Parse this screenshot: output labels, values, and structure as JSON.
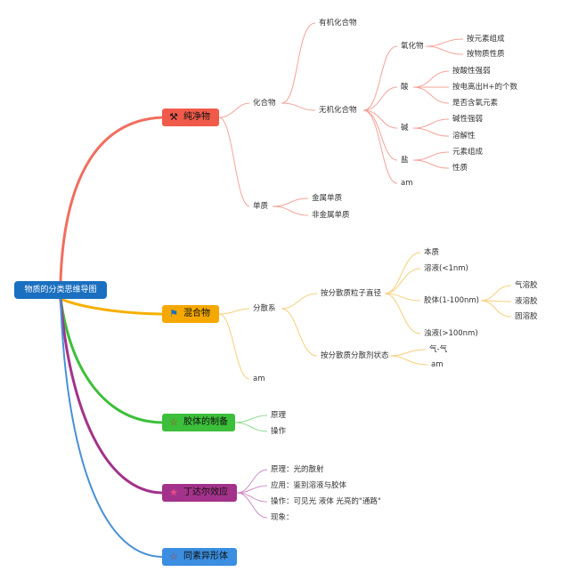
{
  "root": {
    "label": "物质的分类思维导图"
  },
  "branches": {
    "pure": {
      "label": "纯净物",
      "color": "#f05a4a",
      "icon": "tools-icon"
    },
    "mix": {
      "label": "混合物",
      "color": "#f5a800",
      "icon": "flag-icon"
    },
    "colloid": {
      "label": "胶体的制备",
      "color": "#3cbf3a",
      "icon": "star-icon"
    },
    "tyndall": {
      "label": "丁达尔效应",
      "color": "#a3338a",
      "icon": "star-icon"
    },
    "allotrope": {
      "label": "同素异形体",
      "color": "#3b8ee0",
      "icon": "star-icon"
    }
  },
  "pure": {
    "compound": "化合物",
    "organic": "有机化合物",
    "inorganic": "无机化合物",
    "oxide": "氧化物",
    "oxide_a": "按元素组成",
    "oxide_b": "按物质性质",
    "acid": "酸",
    "acid_a": "按酸性强弱",
    "acid_b": "按电离出H+的个数",
    "acid_c": "是否含氧元素",
    "base": "碱",
    "base_a": "碱性强弱",
    "base_b": "溶解性",
    "salt": "盐",
    "salt_a": "元素组成",
    "salt_b": "性质",
    "am": "am",
    "element": "单质",
    "metal": "金属单质",
    "nonmetal": "非金属单质"
  },
  "mix": {
    "dispersion": "分散系",
    "by_size": "按分散质粒子直径",
    "true_sol": "本质",
    "solution": "溶液(<1nm)",
    "colloid": "胶体(1-100nm)",
    "aerosol": "气溶胶",
    "liquisol": "液溶胶",
    "solidsol": "固溶胶",
    "turbid": "浊液(>100nm)",
    "by_state": "按分散质分散剂状态",
    "gas_gas": "气-气",
    "am_sub": "am",
    "am": "am"
  },
  "colloid": {
    "principle": "原理",
    "operation": "操作"
  },
  "tyndall": {
    "principle": "原理：光的散射",
    "application": "应用：鉴别溶液与胶体",
    "operation": "操作：可见光 液体 光亮的\"通路\"",
    "phenomenon": "现象："
  }
}
